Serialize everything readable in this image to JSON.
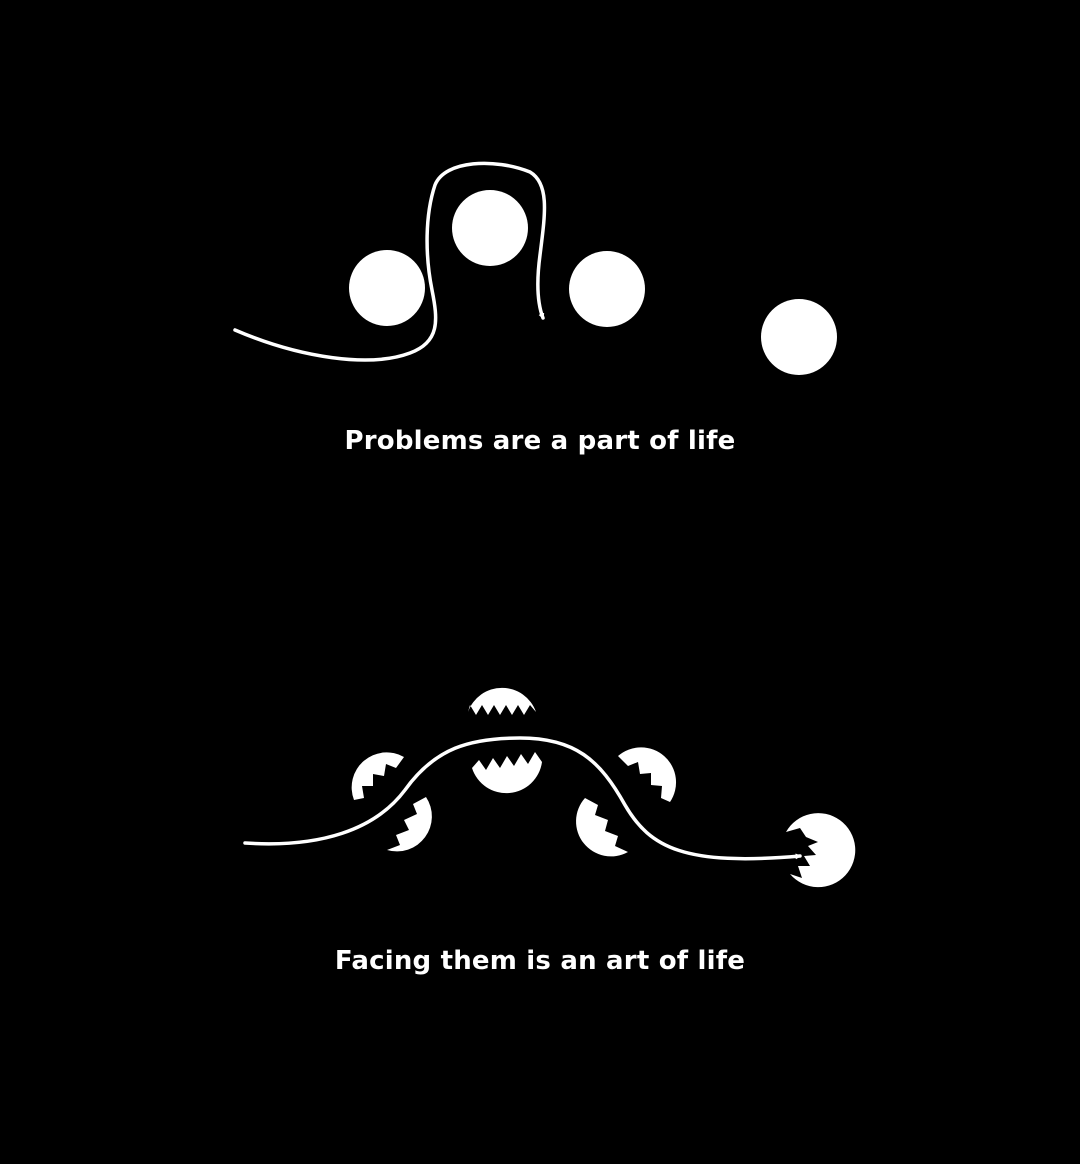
{
  "colors": {
    "background": "#000000",
    "foreground": "#ffffff"
  },
  "panels": {
    "top": {
      "caption": "Problems are a part of life",
      "obstacles": "4 whole circles",
      "path": "curved arrow winding around the obstacles"
    },
    "bottom": {
      "caption": "Facing them is an art of life",
      "obstacles": "circles broken into zigzag halves",
      "path": "smooth arrow passing through the broken circles"
    }
  }
}
